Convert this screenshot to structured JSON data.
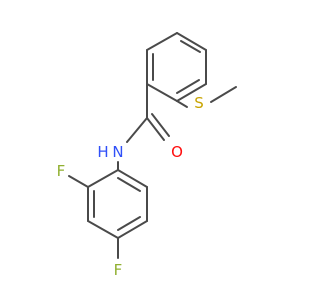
{
  "molecule": {
    "atom_labels": {
      "sulfur": "S",
      "oxygen": "O",
      "nitrogen": "N",
      "hydrogen": "H",
      "fluorine_ortho": "F",
      "fluorine_para": "F"
    },
    "colors": {
      "bond": "#4a4a4a",
      "sulfur": "#c8a400",
      "oxygen": "#ff0d0d",
      "nitrogen": "#3050f8",
      "hydrogen": "#3050f8",
      "fluorine": "#90b030"
    }
  }
}
